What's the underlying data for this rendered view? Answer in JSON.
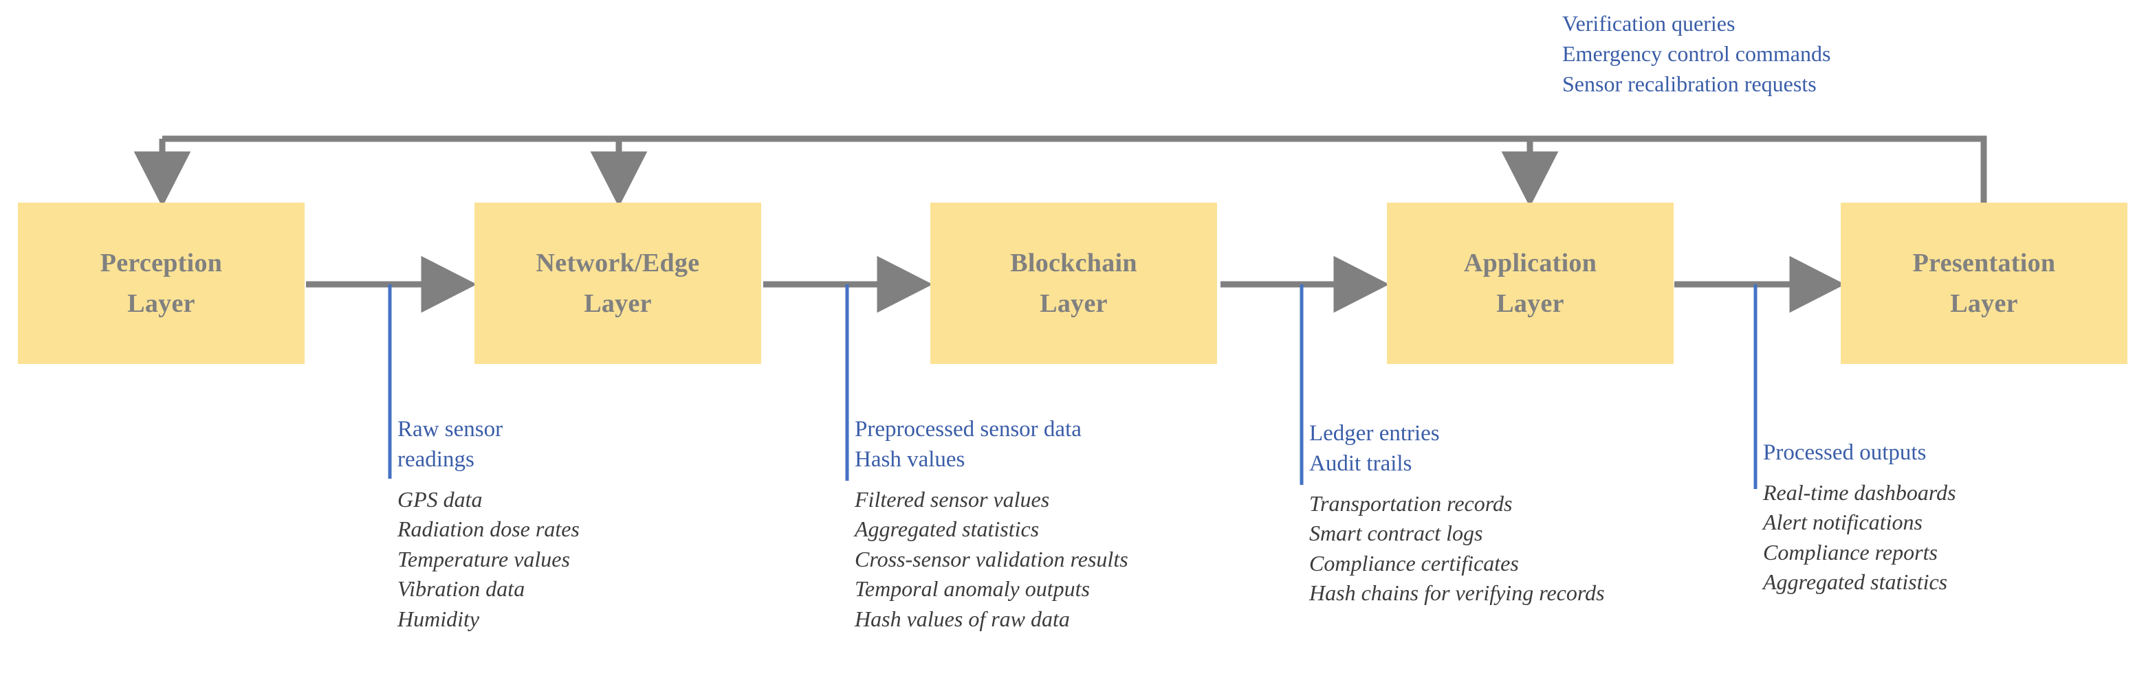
{
  "diagram": {
    "title_text_present": false,
    "colors": {
      "box_fill": "#FBE295",
      "box_label": "#808080",
      "arrow_gray": "#808080",
      "blue_text": "#3A5DA8",
      "blue_line": "#4472C4",
      "italic_text": "#3C3C3C",
      "background": "#FFFFFF"
    },
    "layers": [
      {
        "id": "perception",
        "line1": "Perception",
        "line2": "Layer"
      },
      {
        "id": "network-edge",
        "line1": "Network/Edge",
        "line2": "Layer"
      },
      {
        "id": "blockchain",
        "line1": "Blockchain",
        "line2": "Layer"
      },
      {
        "id": "application",
        "line1": "Application",
        "line2": "Layer"
      },
      {
        "id": "presentation",
        "line1": "Presentation",
        "line2": "Layer"
      }
    ],
    "feedback_bus": {
      "label_lines": [
        "Verification queries",
        "Emergency control commands",
        "Sensor recalibration requests"
      ],
      "source_layer": "presentation",
      "target_layers": [
        "perception",
        "network-edge",
        "application"
      ]
    },
    "annotations": [
      {
        "id": "perception-to-network",
        "primary": [
          "Raw sensor",
          "readings"
        ],
        "secondary": [
          "GPS data",
          "Radiation dose rates",
          "Temperature values",
          "Vibration data",
          "Humidity"
        ]
      },
      {
        "id": "network-to-blockchain",
        "primary": [
          "Preprocessed sensor data",
          "Hash values"
        ],
        "secondary": [
          "Filtered sensor values",
          "Aggregated statistics",
          "Cross-sensor validation results",
          "Temporal anomaly outputs",
          "Hash values of raw data"
        ]
      },
      {
        "id": "blockchain-to-application",
        "primary": [
          "Ledger entries",
          "Audit trails"
        ],
        "secondary": [
          "Transportation records",
          "Smart contract logs",
          "Compliance certificates",
          "Hash chains for verifying records"
        ]
      },
      {
        "id": "application-to-presentation",
        "primary": [
          "Processed outputs"
        ],
        "secondary": [
          "Real-time dashboards",
          "Alert notifications",
          "Compliance reports",
          "Aggregated statistics"
        ]
      }
    ]
  }
}
